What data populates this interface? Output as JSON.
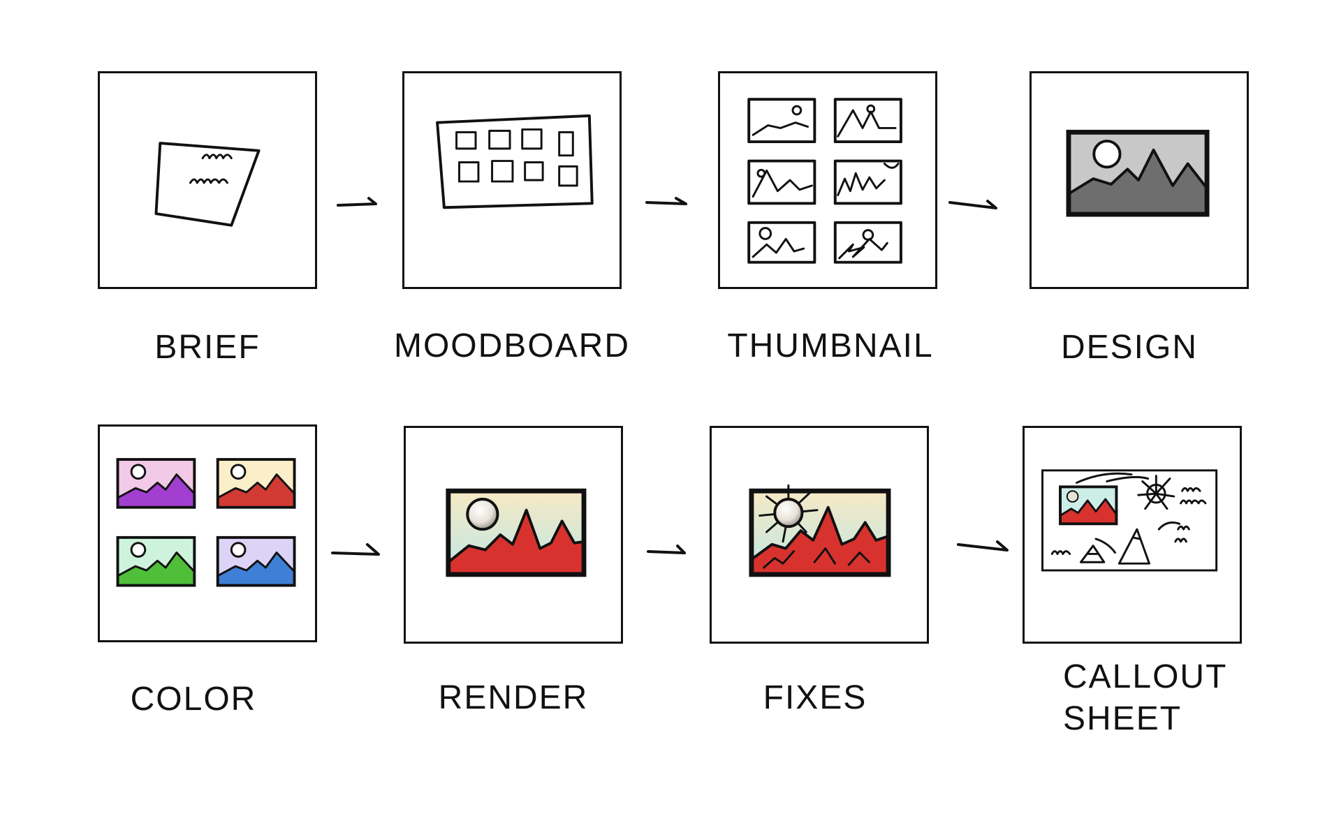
{
  "steps": [
    {
      "label": "BRIEF",
      "icon": "brief-paper-icon"
    },
    {
      "label": "MOODBOARD",
      "icon": "moodboard-grid-icon"
    },
    {
      "label": "THUMBNAIL",
      "icon": "thumbnail-sketches-icon"
    },
    {
      "label": "DESIGN",
      "icon": "grayscale-landscape-icon"
    },
    {
      "label": "COLOR",
      "icon": "color-variations-icon"
    },
    {
      "label": "RENDER",
      "icon": "rendered-landscape-icon"
    },
    {
      "label": "FIXES",
      "icon": "fixed-landscape-icon"
    },
    {
      "label_line1": "CALLOUT",
      "label_line2": "SHEET",
      "icon": "callout-sheet-icon"
    }
  ],
  "colors": {
    "line": "#111111",
    "design_gray_light": "#c8c8c8",
    "design_gray_dark": "#6e6e6e",
    "color_pink": "#f2c9e6",
    "color_purple": "#a23fd0",
    "color_cream": "#fbefc9",
    "color_red": "#d23a34",
    "color_mint": "#cdf3dd",
    "color_green": "#4fbf3a",
    "color_lavender": "#dcd3f7",
    "color_blue": "#3f7fd6",
    "render_sky_top": "#f6e9c4",
    "render_sky_bottom": "#bfe7e4",
    "render_red": "#d8322e"
  }
}
